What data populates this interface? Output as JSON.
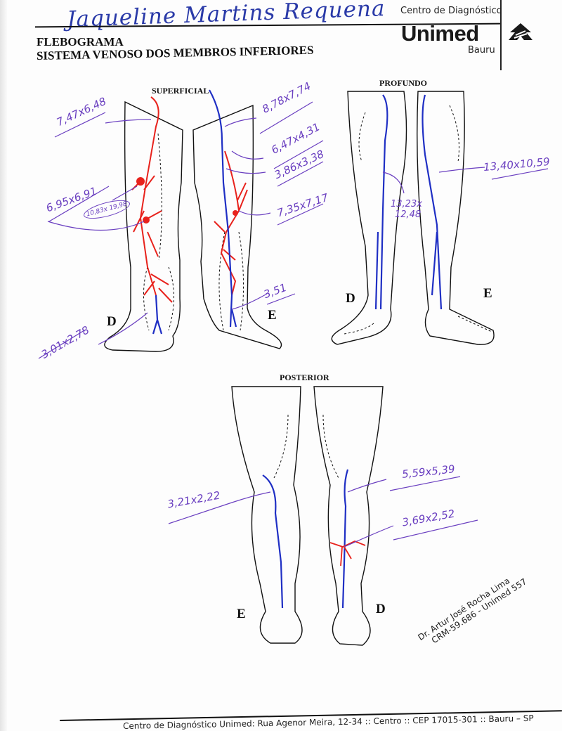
{
  "header": {
    "patient_name": "Jaqueline Martins Requena",
    "logo": {
      "line1": "Centro de Diagnóstico",
      "brand": "Unimed",
      "city": "Bauru"
    },
    "title": "FLEBOGRAMA",
    "subtitle": "SISTEMA VENOSO DOS MEMBROS INFERIORES"
  },
  "colors": {
    "superficial_vein": "#e8221c",
    "deep_vein": "#1f2fc4",
    "annotation": "#6a3fc0"
  },
  "superficial": {
    "label": "SUPERFICIAL",
    "right_side": "D",
    "left_side": "E",
    "measurements_right": [
      "7,47x6,48",
      "6,95x6,91",
      "10,83x 19,98",
      "3,01x2,78"
    ],
    "measurements_left": [
      "8,78x7,74",
      "6,47x4,31",
      "3,86x3,38",
      "7,35x7,17",
      "3,51"
    ]
  },
  "profundo": {
    "label": "PROFUNDO",
    "right_side": "D",
    "left_side": "E",
    "measurements_right": [
      "13,23x",
      "12,48"
    ],
    "measurements_left": [
      "13,40x10,59"
    ]
  },
  "posterior": {
    "label": "POSTERIOR",
    "left_side": "E",
    "right_side": "D",
    "measurements_left": [
      "3,21x2,22"
    ],
    "measurements_right": [
      "5,59x5,39",
      "3,69x2,52"
    ]
  },
  "stamp": {
    "line1": "Dr. Artur José Rocha Lima",
    "line2": "CRM-59.686 - Unimed 557"
  },
  "footer": {
    "address": "Centro de Diagnóstico Unimed: Rua Agenor Meira, 12-34 :: Centro :: CEP 17015-301 :: Bauru – SP"
  }
}
